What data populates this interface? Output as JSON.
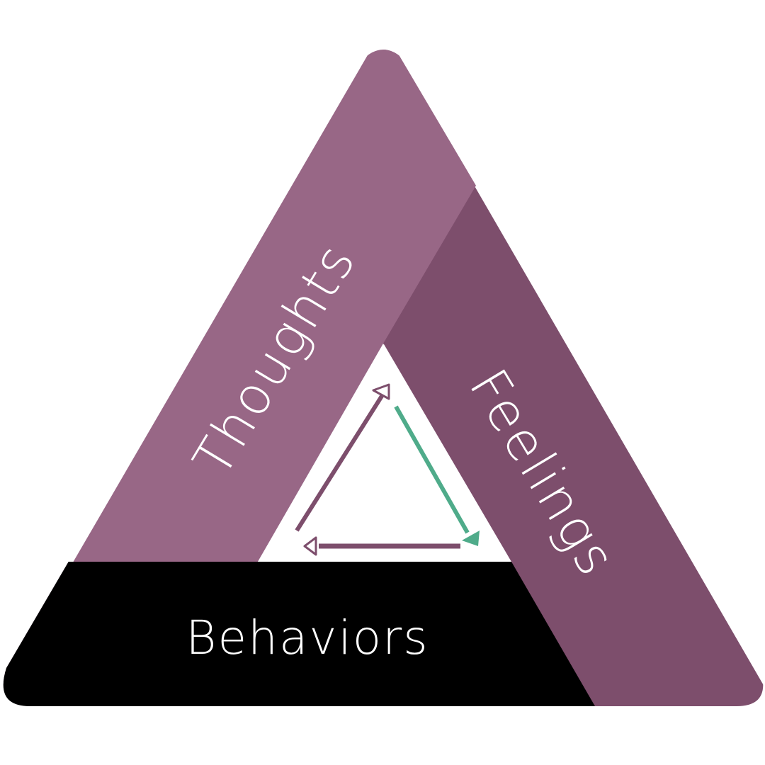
{
  "diagram": {
    "labels": {
      "thoughts": "Thoughts",
      "feelings": "Feelings",
      "behaviors": "Behaviors"
    },
    "colors": {
      "thoughts_band": "#986786",
      "feelings_band": "#7d4e6c",
      "behaviors_band": "#000000",
      "center": "#ffffff",
      "label_text": "#ffffff",
      "arrow_purple": "#7d4e6c",
      "arrow_green": "#4fab8a"
    },
    "center_arrows": [
      {
        "from": "behaviors",
        "to": "thoughts",
        "color_key": "arrow_purple"
      },
      {
        "from": "thoughts",
        "to": "feelings",
        "color_key": "arrow_green"
      },
      {
        "from": "feelings",
        "to": "behaviors",
        "color_key": "arrow_purple"
      }
    ]
  }
}
